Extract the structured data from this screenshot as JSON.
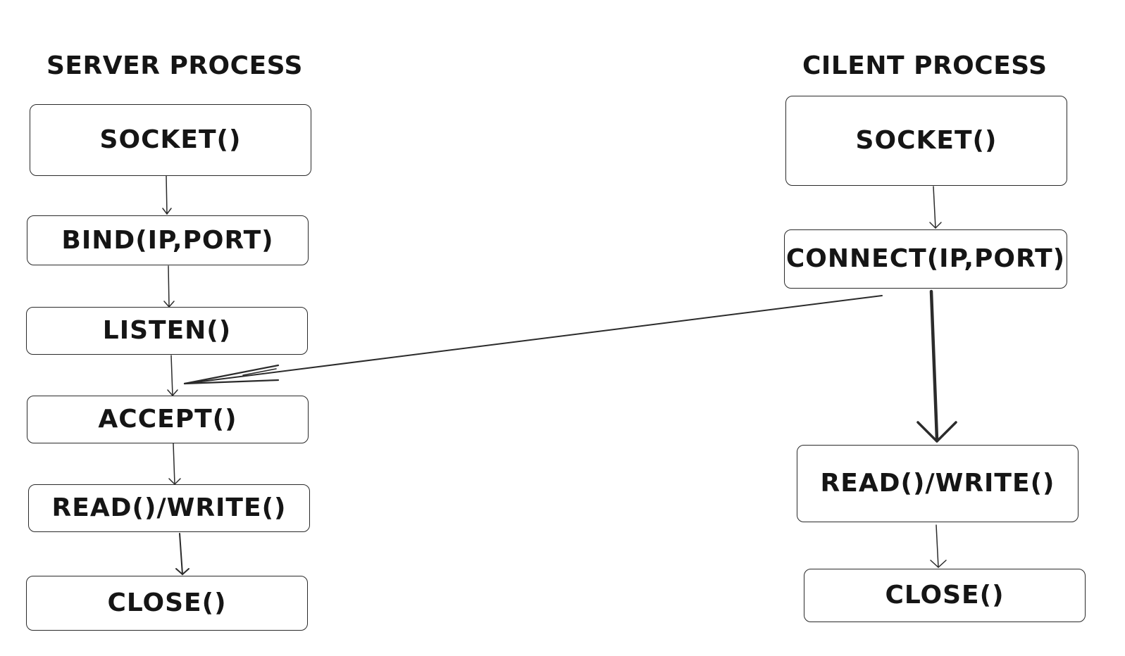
{
  "server": {
    "title": "SERVER PROCESS",
    "steps": [
      "SOCKET()",
      "BIND(IP,PORT)",
      "LISTEN()",
      "ACCEPT()",
      "READ()/WRITE()",
      "CLOSE()"
    ]
  },
  "client": {
    "title": "CILENT PROCESS",
    "steps": [
      "SOCKET()",
      "CONNECT(IP,PORT)",
      "READ()/WRITE()",
      "CLOSE()"
    ]
  }
}
